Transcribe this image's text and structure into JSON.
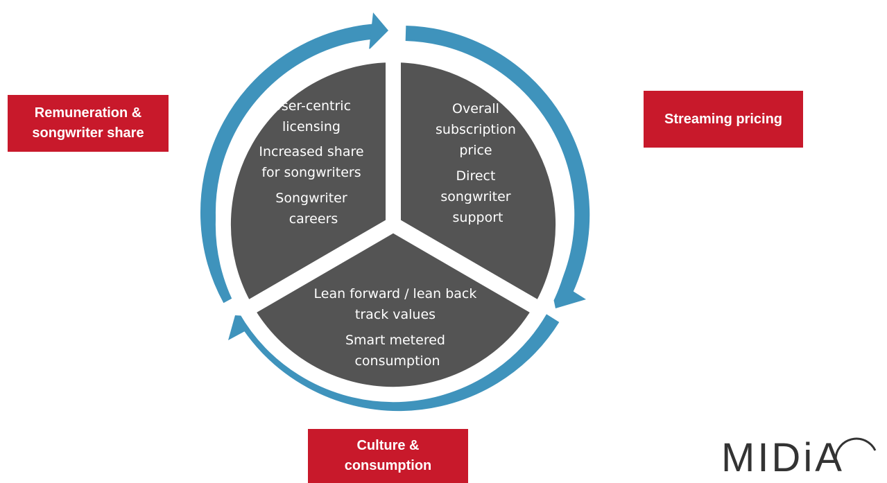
{
  "segments": [
    {
      "id": "top-left",
      "lines": [
        "User-centric",
        "licensing",
        "Increased share",
        "for songwriters",
        "Songwriter",
        "careers"
      ]
    },
    {
      "id": "top-right",
      "lines": [
        "Overall",
        "subscription",
        "price",
        "Direct",
        "songwriter",
        "support"
      ]
    },
    {
      "id": "bottom",
      "lines": [
        "Lean forward / lean back",
        "track values",
        "Smart metered",
        "consumption"
      ]
    }
  ],
  "labels": {
    "remuneration": "Remuneration &\nsongwriter share",
    "streaming": "Streaming pricing",
    "culture": "Culture &\nconsumption"
  },
  "logo": {
    "text": "MIDiA"
  },
  "colors": {
    "segment_fill": "#545454",
    "arrow": "#3f93bc",
    "label_bg": "#c8192b",
    "label_text": "#ffffff",
    "logo": "#333333"
  }
}
